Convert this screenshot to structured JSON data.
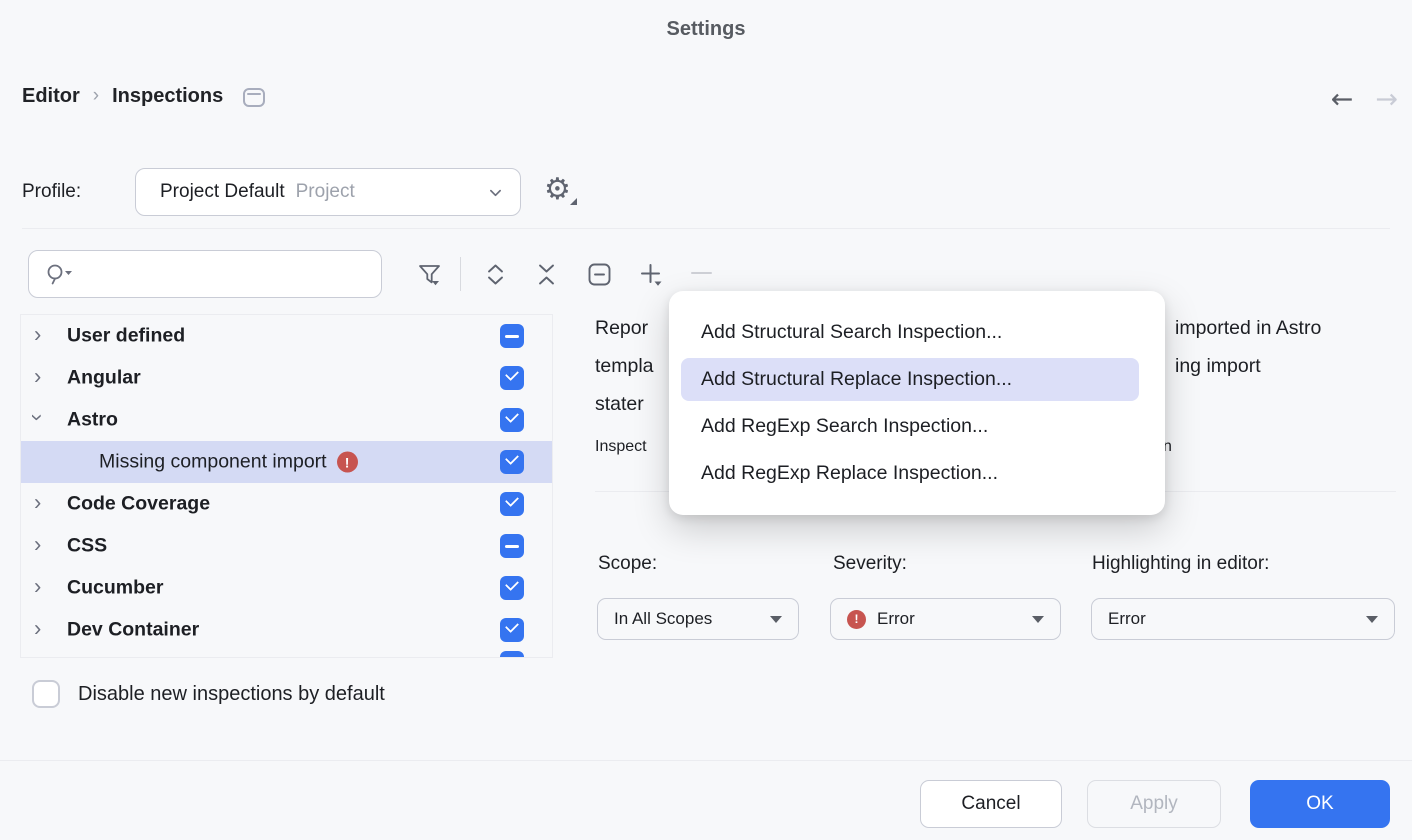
{
  "window": {
    "title": "Settings"
  },
  "breadcrumb": {
    "item1": "Editor",
    "separator": "›",
    "item2": "Inspections"
  },
  "nav": {
    "back": "←",
    "forward": "→"
  },
  "profile": {
    "label": "Profile:",
    "value": "Project Default",
    "suffix": "Project"
  },
  "search": {
    "value": "",
    "placeholder": ""
  },
  "toolbar": {
    "icons": [
      "search-with-history",
      "filter",
      "expand-all",
      "collapse-all",
      "disable-inspection",
      "add-inspection",
      "remove-inspection"
    ],
    "remove_enabled": false
  },
  "tree": {
    "items": [
      {
        "label": "User defined",
        "checkbox": "indeterminate",
        "expanded": false,
        "selected": false,
        "error": false
      },
      {
        "label": "Angular",
        "checkbox": "checked",
        "expanded": false,
        "selected": false,
        "error": false
      },
      {
        "label": "Astro",
        "checkbox": "checked",
        "expanded": true,
        "selected": false,
        "error": false
      },
      {
        "label": "Missing component import",
        "checkbox": "checked",
        "expanded": null,
        "selected": true,
        "error": true
      },
      {
        "label": "Code Coverage",
        "checkbox": "checked",
        "expanded": false,
        "selected": false,
        "error": false
      },
      {
        "label": "CSS",
        "checkbox": "indeterminate",
        "expanded": false,
        "selected": false,
        "error": false
      },
      {
        "label": "Cucumber",
        "checkbox": "checked",
        "expanded": false,
        "selected": false,
        "error": false
      },
      {
        "label": "Dev Container",
        "checkbox": "checked",
        "expanded": false,
        "selected": false,
        "error": false
      }
    ]
  },
  "footer_checkbox": {
    "label": "Disable new inspections by default",
    "checked": false
  },
  "context_menu": {
    "items": [
      {
        "label": "Add Structural Search Inspection...",
        "highlighted": false
      },
      {
        "label": "Add Structural Replace Inspection...",
        "highlighted": true
      },
      {
        "label": "Add RegExp Search Inspection...",
        "highlighted": false
      },
      {
        "label": "Add RegExp Replace Inspection...",
        "highlighted": false
      }
    ]
  },
  "description": {
    "line1_left": "Repor",
    "line1_right": "imported in Astro",
    "line2_left": "templa",
    "line2_right": "ing import",
    "line3_left": "stater",
    "note_left": "Inspect",
    "note_right": "n"
  },
  "options": {
    "scope": {
      "label": "Scope:",
      "value": "In All Scopes"
    },
    "severity": {
      "label": "Severity:",
      "value": "Error",
      "badge": "!"
    },
    "highlighting": {
      "label": "Highlighting in editor:",
      "value": "Error"
    }
  },
  "badges": {
    "error_glyph": "!"
  },
  "buttons": {
    "cancel": "Cancel",
    "apply": "Apply",
    "ok": "OK"
  },
  "colors": {
    "accent": "#3574f0",
    "selection": "#d4daf4",
    "menu_highlight": "#dcdff8",
    "error": "#c75450",
    "background": "#f7f8fa",
    "border": "#c9ccd6",
    "separator": "#ebecf0"
  }
}
